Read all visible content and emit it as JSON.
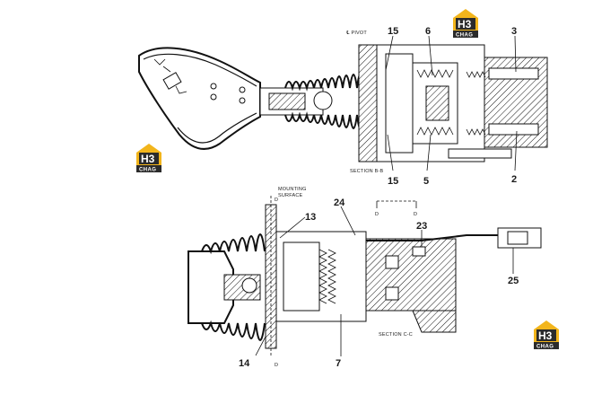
{
  "labels": {
    "l15_top": "15",
    "l6": "6",
    "l3": "3",
    "l15_bot": "15",
    "l5": "5",
    "l2": "2",
    "l13": "13",
    "l24": "24",
    "l23": "23",
    "l25": "25",
    "l14": "14",
    "l7": "7"
  },
  "annotations": {
    "pivot": "℄ PIVOT",
    "section_bb": "SECTION  B-B",
    "section_cc": "SECTION  C-C",
    "mounting_1": "MOUNTING",
    "mounting_2": "SURFACE",
    "d_top": "D",
    "d_bottom": "D",
    "d_left": "D",
    "d_right": "D"
  },
  "watermark": {
    "letters": "H3",
    "word": "CHAG",
    "color_gold": "#f2b51c",
    "color_dark": "#2b2b2b"
  }
}
